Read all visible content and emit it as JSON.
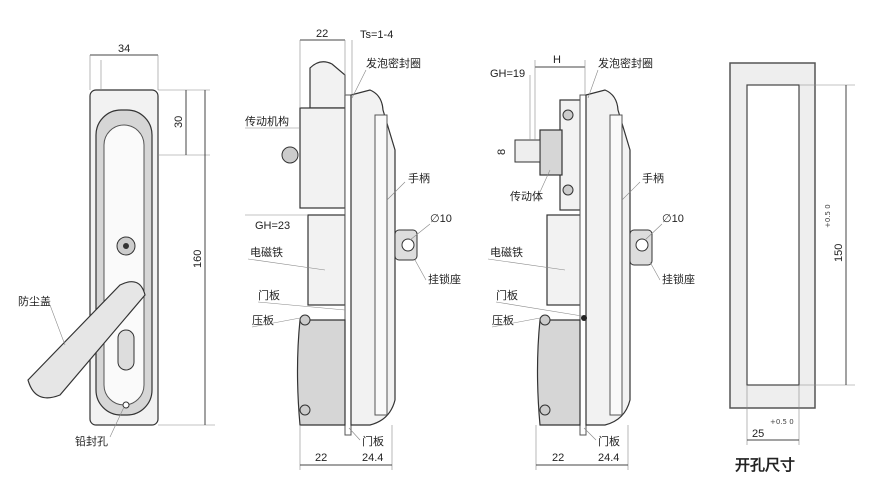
{
  "front_view": {
    "width_dim": "34",
    "top_dim": "30",
    "height_dim": "160",
    "dust_cover_label": "防尘盖",
    "seal_hole_label": "铅封孔"
  },
  "side_view_1": {
    "depth_dim": "22",
    "ts_dim": "Ts=1-4",
    "foam_seal_label": "发泡密封圈",
    "drive_label": "传动机构",
    "handle_label": "手柄",
    "gh_dim": "GH=23",
    "diameter_dim": "∅10",
    "magnet_label": "电磁铁",
    "padlock_label": "挂锁座",
    "door_label_upper": "门板",
    "plate_label": "压板",
    "door_label_lower": "门板",
    "bottom_dim_left": "22",
    "bottom_dim_right": "24.4"
  },
  "side_view_2": {
    "h_dim": "H",
    "gh_dim": "GH=19",
    "foam_seal_label": "发泡密封圈",
    "shaft_dim": "8",
    "drive_label": "传动体",
    "handle_label": "手柄",
    "diameter_dim": "∅10",
    "magnet_label": "电磁铁",
    "padlock_label": "挂锁座",
    "door_label_upper": "门板",
    "plate_label": "压板",
    "door_label_lower": "门板",
    "bottom_dim_left": "22",
    "bottom_dim_right": "24.4"
  },
  "cutout_view": {
    "height_dim": "150",
    "height_tol": "+0.5 0",
    "width_dim": "25",
    "width_tol": "+0.5 0",
    "title": "开孔尺寸"
  }
}
